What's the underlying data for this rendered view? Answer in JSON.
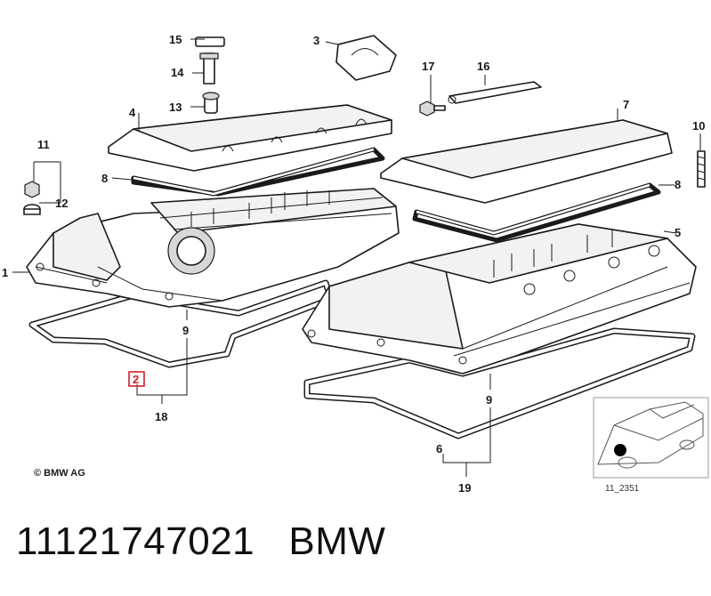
{
  "callouts": {
    "c1": "1",
    "c2": "2",
    "c3": "3",
    "c4": "4",
    "c5": "5",
    "c6": "6",
    "c7": "7",
    "c8a": "8",
    "c8b": "8",
    "c9a": "9",
    "c9b": "9",
    "c10": "10",
    "c11": "11",
    "c12": "12",
    "c13": "13",
    "c14": "14",
    "c15": "15",
    "c16": "16",
    "c17": "17",
    "c18": "18",
    "c19": "19"
  },
  "highlighted_part": "2",
  "highlight_color": "#d0202a",
  "copyright": "© BMW AG",
  "inset_code": "11_2351",
  "footer": {
    "part_number": "11121747021",
    "brand": "BMW"
  }
}
